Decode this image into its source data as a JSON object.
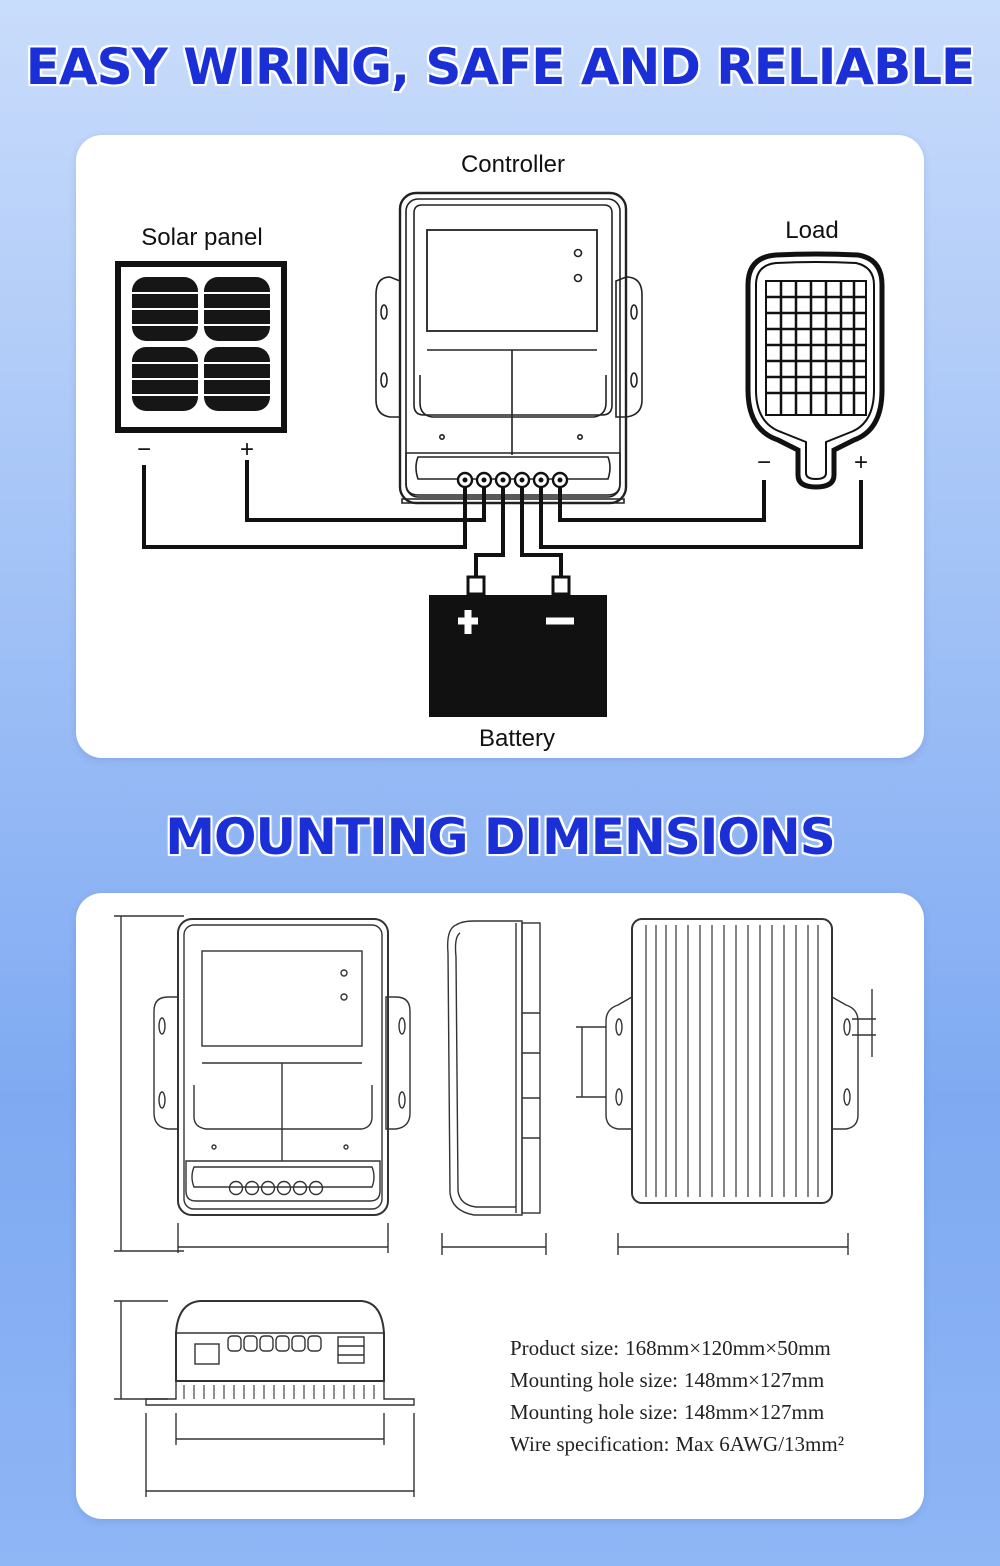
{
  "wiring": {
    "title": "EASY WIRING, SAFE AND RELIABLE",
    "labels": {
      "controller": "Controller",
      "solar_panel": "Solar panel",
      "load": "Load",
      "battery": "Battery",
      "minus": "−",
      "plus": "+"
    }
  },
  "mounting": {
    "title": "MOUNTING DIMENSIONS",
    "specs": [
      {
        "label": "Product size:",
        "value": "168mm×120mm×50mm"
      },
      {
        "label": "Mounting hole size:",
        "value": "148mm×127mm"
      },
      {
        "label": "Mounting hole size:",
        "value": "148mm×127mm"
      },
      {
        "label": "Wire specification:",
        "value": "Max 6AWG/13mm²"
      }
    ]
  }
}
